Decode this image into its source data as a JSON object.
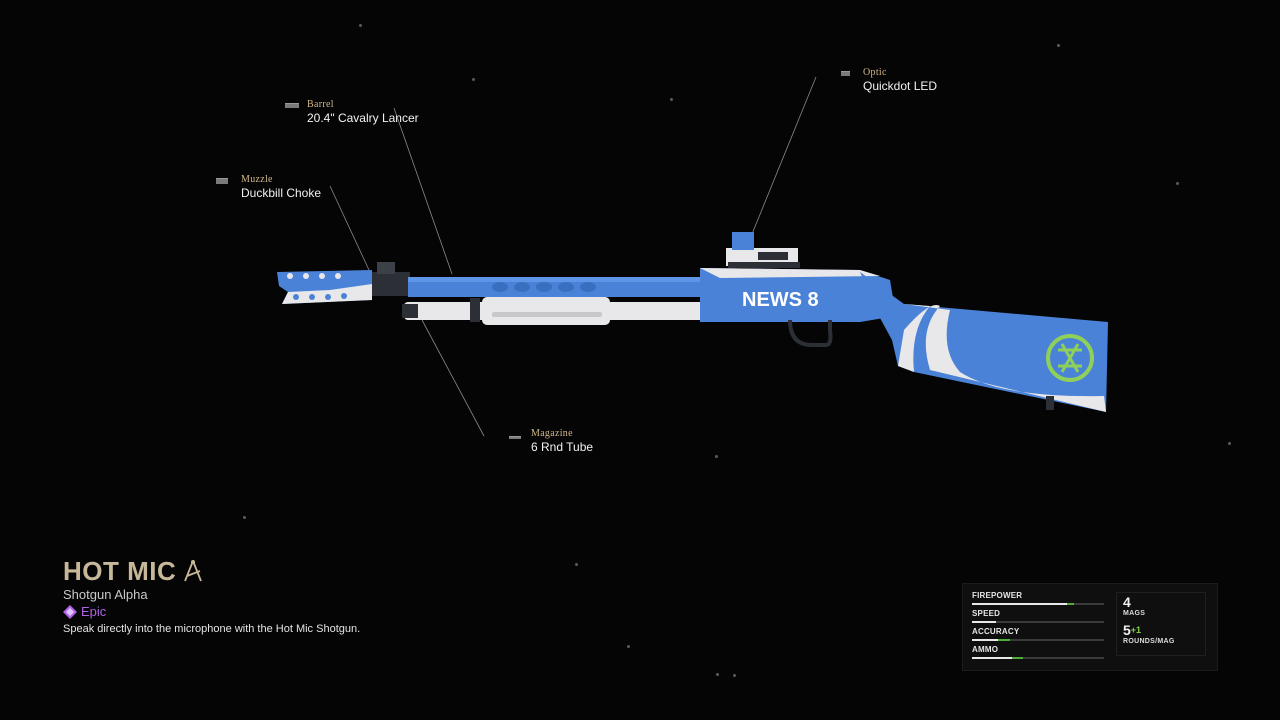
{
  "weapon": {
    "name": "HOT MIC",
    "base": "Shotgun Alpha",
    "rarity": "Epic",
    "description": "Speak directly into the microphone with the Hot Mic Shotgun.",
    "livery_text": "NEWS 8",
    "colors": {
      "primary_blue": "#4a82d8",
      "white": "#e8e8ea",
      "emblem_green": "#8fd05a",
      "rarity_purple": "#b065e8",
      "title_gold": "#c8b89a"
    }
  },
  "attachments": {
    "barrel": {
      "category": "Barrel",
      "value": "20.4\" Cavalry Lancer",
      "icon": "barrel-icon"
    },
    "muzzle": {
      "category": "Muzzle",
      "value": "Duckbill Choke",
      "icon": "muzzle-icon"
    },
    "optic": {
      "category": "Optic",
      "value": "Quickdot LED",
      "icon": "optic-icon"
    },
    "magazine": {
      "category": "Magazine",
      "value": "6 Rnd Tube",
      "icon": "magazine-icon"
    }
  },
  "stats": {
    "bars": [
      {
        "label": "FIREPOWER",
        "value": 0.72,
        "bonus": 0.05
      },
      {
        "label": "SPEED",
        "value": 0.18,
        "bonus": 0
      },
      {
        "label": "ACCURACY",
        "value": 0.2,
        "bonus": 0.09
      },
      {
        "label": "AMMO",
        "value": 0.3,
        "bonus": 0.09
      }
    ],
    "mags": {
      "value": "4",
      "label": "MAGS"
    },
    "rounds": {
      "value": "5",
      "bonus": "+1",
      "label": "ROUNDS/MAG"
    }
  }
}
